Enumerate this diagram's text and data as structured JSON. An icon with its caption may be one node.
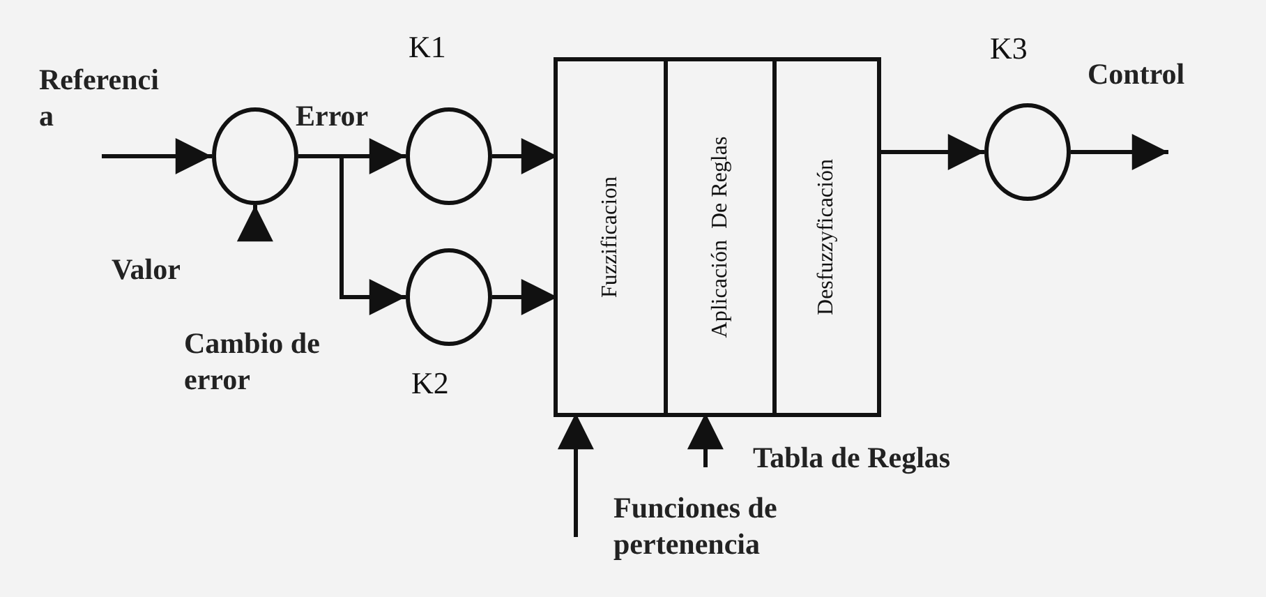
{
  "diagram": {
    "nodes": [
      {
        "text": [],
        "shape": "circle"
      },
      {
        "text": [
          "K1"
        ]
      },
      {
        "text": [
          "K2"
        ]
      },
      {
        "text": [],
        "shape": "box"
      },
      {
        "text": [
          "Fuzzificacion"
        ],
        "in": 3
      },
      {
        "text": [
          "Aplicación  De Reglas"
        ],
        "in": 3
      },
      {
        "text": [
          "Desfuzzyficación"
        ],
        "in": 3
      },
      {
        "text": [
          "K3"
        ]
      }
    ],
    "edges": [
      {
        "from": null,
        "to": 0,
        "arrow": "to"
      },
      {
        "from": null,
        "to": 0,
        "arrow": "to"
      },
      {
        "from": 0,
        "to": 1,
        "arrow": "to"
      },
      {
        "from": 0,
        "to": 2,
        "arrow": "to"
      },
      {
        "from": 1,
        "to": 4,
        "arrow": "to"
      },
      {
        "from": 2,
        "to": 4,
        "arrow": "to"
      },
      {
        "from": 6,
        "to": 7,
        "arrow": "to"
      },
      {
        "from": 7,
        "to": null,
        "arrow": "to"
      },
      {
        "from": null,
        "to": 4,
        "arrow": "to"
      },
      {
        "from": null,
        "to": 5,
        "arrow": "to"
      }
    ],
    "labels": [
      "Referenci a",
      "Error",
      "Valor",
      "Cambio de error",
      "Tabla de Reglas",
      "Funciones de pertenencia",
      "Control"
    ]
  }
}
